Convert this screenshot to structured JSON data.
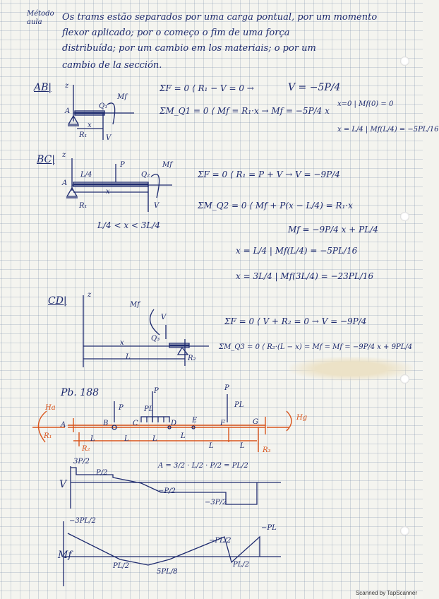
{
  "header": {
    "margin_note": "Método aula",
    "paragraph_line1": "Os trams estão separados por uma carga pontual, por um momento",
    "paragraph_line2": "flexor aplicado; por o começo o fim de uma força",
    "paragraph_line3": "distribuída; por um cambio em los materiais; o por um",
    "paragraph_line4": "cambio de la sección."
  },
  "sections": {
    "ab": {
      "label": "AB|",
      "eq1": "ΣF = 0 ⟨ R₁ − V = 0 →",
      "eq1_result": "V = −5P/4",
      "eq2": "ΣM_Q1 = 0 ⟨ Mf = R₁·x → Mf = −5P/4 x",
      "case1": "x=0 | Mf(0) = 0",
      "case2": "x = L/4 | Mf(L/4) = −5PL/16",
      "labels": {
        "z": "z",
        "A": "A",
        "Q1": "Q₁",
        "Mf": "Mf",
        "x": "x",
        "R1": "R₁",
        "V": "V"
      }
    },
    "bc": {
      "label": "BC|",
      "eq1": "ΣF = 0 ⟨ R₁ = P + V → V = −9P/4",
      "eq2": "ΣM_Q2 = 0 ⟨ Mf + P(x − L/4) = R₁·x",
      "range": "L/4 < x < 3L/4",
      "mf": "Mf = −9P/4 x + PL/4",
      "case1": "x = L/4 | Mf(L/4) = −5PL/16",
      "case2": "x = 3L/4 | Mf(3L/4) = −23PL/16",
      "labels": {
        "z": "z",
        "A": "A",
        "L4": "L/4",
        "P": "P",
        "Q2": "Q₂",
        "Mf": "Mf",
        "x": "x",
        "R1": "R₁",
        "V": "V"
      }
    },
    "cd": {
      "label": "CD|",
      "eq1": "ΣF = 0 ⟨ V + R₂ = 0 → V = −9P/4",
      "eq2": "ΣM_Q3 = 0 ⟨ R₂·(L − x) = Mf = Mf = −9P/4 x + 9PL/4",
      "labels": {
        "z": "z",
        "Mf": "Mf",
        "V": "V",
        "Q3": "Q₃",
        "x": "x",
        "L": "L",
        "R2": "R₂"
      }
    },
    "problem": {
      "label": "Pb. 188",
      "points": [
        "A",
        "B",
        "C",
        "D",
        "E",
        "F",
        "G"
      ],
      "loads": {
        "P1": "P",
        "P2": "P",
        "PL_c": "PL",
        "P3": "P",
        "PL_f": "PL"
      },
      "reactions": {
        "Ha": "Ha",
        "Hg": "Hg",
        "R1": "R₁",
        "R2": "R₂",
        "R3": "R₃"
      },
      "spans": [
        "L",
        "L",
        "L",
        "L",
        "L",
        "L"
      ],
      "shear": {
        "axis": "V",
        "top": "3P/2",
        "plateau": "P/2",
        "minus_label": "−P/2",
        "low": "−3P/2",
        "area_note": "A = 3/2 · L/2 · P/2 = PL/2"
      },
      "moment": {
        "axis": "Mf",
        "left": "−3PL/2",
        "v1": "PL/2",
        "v2": "5PL/8",
        "v3": "−PL/2",
        "v4": "PL/2",
        "right": "−PL"
      }
    }
  },
  "footer": {
    "scanner": "Scanned by TapScanner"
  }
}
